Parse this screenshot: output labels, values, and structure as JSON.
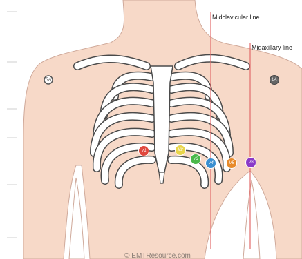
{
  "labels": {
    "midclavicular": "Midclavicular line",
    "midaxillary": "Midaxillary line"
  },
  "limb_electrodes": {
    "ra": "RA",
    "la": "LA"
  },
  "chest_electrodes": [
    {
      "label": "V1",
      "color": "#e0483e"
    },
    {
      "label": "V2",
      "color": "#e8d44a"
    },
    {
      "label": "V3",
      "color": "#4ab84a"
    },
    {
      "label": "V4",
      "color": "#3a8fd0"
    },
    {
      "label": "V5",
      "color": "#e88a2a"
    },
    {
      "label": "V6",
      "color": "#8a3ac8"
    }
  ],
  "watermark": "© EMTResource.com",
  "colors": {
    "skin": "#f7d9c8",
    "skin_outline": "#cfa99a",
    "guide_line": "#e26a6a"
  }
}
